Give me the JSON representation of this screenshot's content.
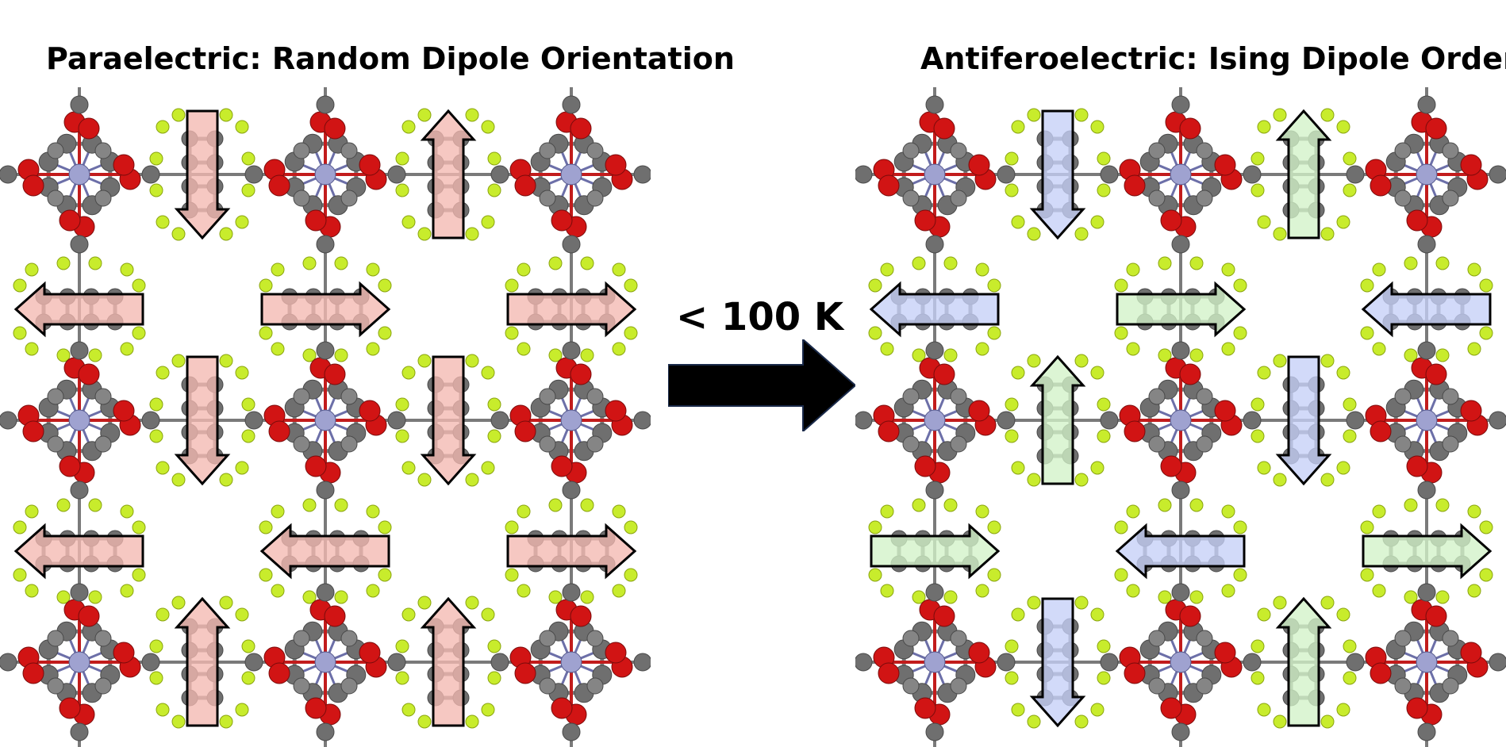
{
  "titles": {
    "left": "Paraelectric: Random Dipole Orientation",
    "right": "Antiferoelectric: Ising Dipole Order"
  },
  "transition": {
    "label": "< 100 K"
  },
  "colors": {
    "paraelectric_arrow": "#f4b9b1",
    "order_green": "#d2f2c8",
    "order_blue": "#c5cff7",
    "bond": "#7a7a7a",
    "carbon": "#6f6f6f",
    "oxygen": "#d11414",
    "fluorine": "#c8ec2c",
    "metal": "#9fa2d0"
  },
  "icons": {
    "transition_arrow": "right-block-arrow-icon",
    "dipole": "block-arrow-icon"
  },
  "left_panel": {
    "linker_dipoles": [
      {
        "row": 0,
        "col": 0,
        "direction": "down",
        "color": "paraelectric_arrow"
      },
      {
        "row": 0,
        "col": 1,
        "direction": "up",
        "color": "paraelectric_arrow"
      },
      {
        "row": 1,
        "col": 0,
        "direction": "left",
        "color": "paraelectric_arrow"
      },
      {
        "row": 1,
        "col": 1,
        "direction": "right",
        "color": "paraelectric_arrow"
      },
      {
        "row": 1,
        "col": 2,
        "direction": "right",
        "color": "paraelectric_arrow"
      },
      {
        "row": 2,
        "col": 0,
        "direction": "down",
        "color": "paraelectric_arrow"
      },
      {
        "row": 2,
        "col": 1,
        "direction": "down",
        "color": "paraelectric_arrow"
      },
      {
        "row": 3,
        "col": 0,
        "direction": "left",
        "color": "paraelectric_arrow"
      },
      {
        "row": 3,
        "col": 1,
        "direction": "left",
        "color": "paraelectric_arrow"
      },
      {
        "row": 3,
        "col": 2,
        "direction": "right",
        "color": "paraelectric_arrow"
      },
      {
        "row": 4,
        "col": 0,
        "direction": "up",
        "color": "paraelectric_arrow"
      },
      {
        "row": 4,
        "col": 1,
        "direction": "up",
        "color": "paraelectric_arrow"
      }
    ]
  },
  "right_panel": {
    "linker_dipoles": [
      {
        "row": 0,
        "col": 0,
        "direction": "down",
        "color": "order_blue"
      },
      {
        "row": 0,
        "col": 1,
        "direction": "up",
        "color": "order_green"
      },
      {
        "row": 1,
        "col": 0,
        "direction": "left",
        "color": "order_blue"
      },
      {
        "row": 1,
        "col": 1,
        "direction": "right",
        "color": "order_green"
      },
      {
        "row": 1,
        "col": 2,
        "direction": "left",
        "color": "order_blue"
      },
      {
        "row": 2,
        "col": 0,
        "direction": "up",
        "color": "order_green"
      },
      {
        "row": 2,
        "col": 1,
        "direction": "down",
        "color": "order_blue"
      },
      {
        "row": 3,
        "col": 0,
        "direction": "right",
        "color": "order_green"
      },
      {
        "row": 3,
        "col": 1,
        "direction": "left",
        "color": "order_blue"
      },
      {
        "row": 3,
        "col": 2,
        "direction": "right",
        "color": "order_green"
      },
      {
        "row": 4,
        "col": 0,
        "direction": "down",
        "color": "order_blue"
      },
      {
        "row": 4,
        "col": 1,
        "direction": "up",
        "color": "order_green"
      }
    ]
  }
}
